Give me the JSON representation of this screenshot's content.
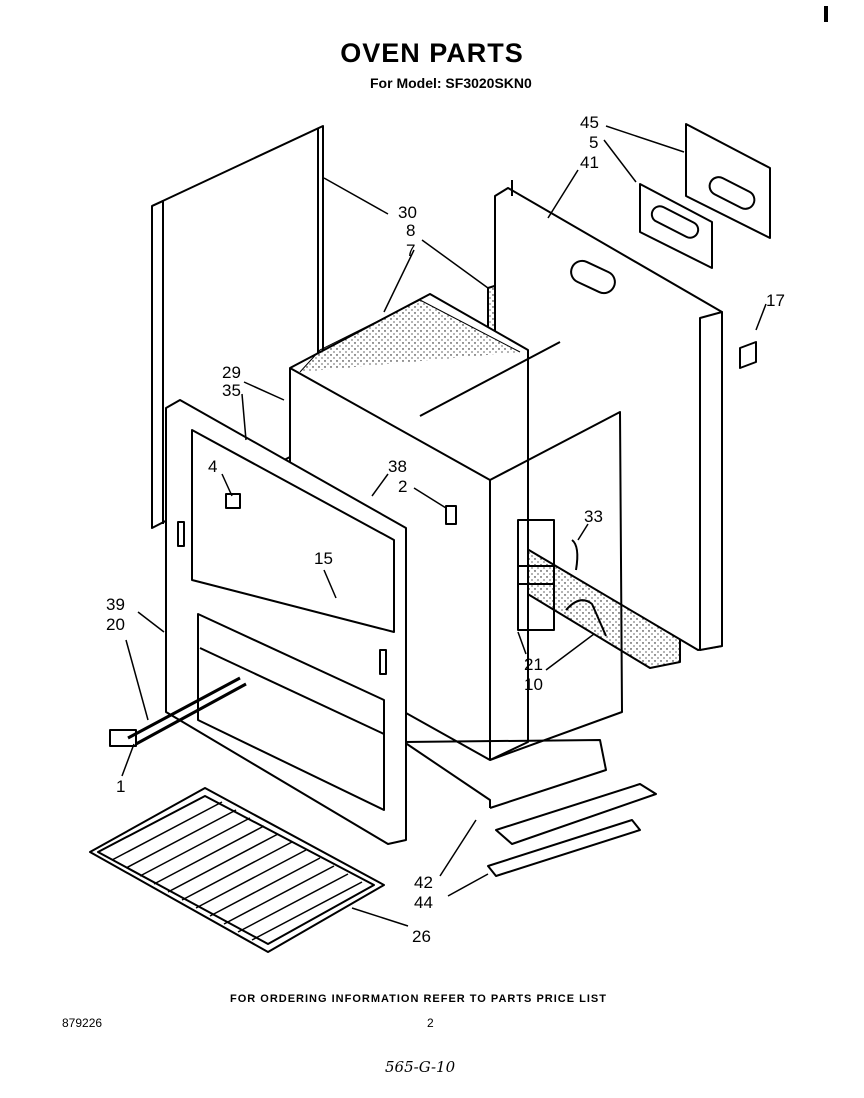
{
  "title": "OVEN PARTS",
  "model_line": "For Model: SF3020SKN0",
  "footer": {
    "ordering_note": "FOR ORDERING INFORMATION REFER TO PARTS PRICE LIST",
    "doc_number": "879226",
    "page_number": "2",
    "handwritten_note": "565-G-10"
  },
  "callouts": {
    "c45": "45",
    "c5": "5",
    "c41": "41",
    "c30": "30",
    "c8": "8",
    "c7": "7",
    "c17": "17",
    "c29": "29",
    "c35": "35",
    "c4": "4",
    "c38": "38",
    "c2": "2",
    "c33": "33",
    "c15": "15",
    "c39": "39",
    "c20": "20",
    "c21": "21",
    "c10": "10",
    "c1": "1",
    "c42": "42",
    "c44": "44",
    "c26": "26"
  }
}
